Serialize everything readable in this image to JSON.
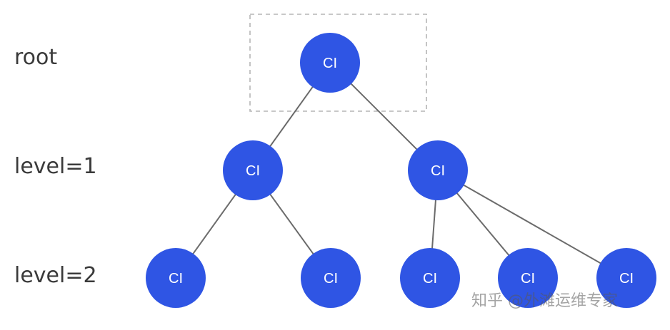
{
  "levels": {
    "root": "root",
    "level1": "level=1",
    "level2": "level=2"
  },
  "node_label": "CI",
  "watermark": "知乎 @外滩运维专家",
  "colors": {
    "node_fill": "#2f55e4",
    "node_text": "#ffffff",
    "edge": "#6b6b6b",
    "highlight_box": "#b5b5b5",
    "label_text": "#3a3a3a"
  },
  "tree": {
    "root": {
      "id": "root",
      "label": "CI",
      "level": 0
    },
    "nodes": [
      {
        "id": "l1-a",
        "label": "CI",
        "level": 1,
        "parent": "root"
      },
      {
        "id": "l1-b",
        "label": "CI",
        "level": 1,
        "parent": "root"
      },
      {
        "id": "l2-a",
        "label": "CI",
        "level": 2,
        "parent": "l1-a"
      },
      {
        "id": "l2-b",
        "label": "CI",
        "level": 2,
        "parent": "l1-a"
      },
      {
        "id": "l2-c",
        "label": "CI",
        "level": 2,
        "parent": "l1-b"
      },
      {
        "id": "l2-d",
        "label": "CI",
        "level": 2,
        "parent": "l1-b"
      },
      {
        "id": "l2-e",
        "label": "CI",
        "level": 2,
        "parent": "l1-b"
      }
    ]
  }
}
